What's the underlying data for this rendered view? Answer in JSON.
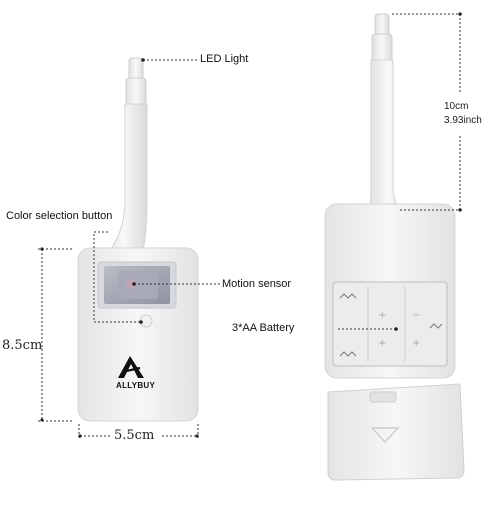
{
  "labels": {
    "led_light": "LED Light",
    "color_selection_button": "Color selection button",
    "motion_sensor": "Motion sensor",
    "battery": "3*AA  Battery",
    "height": "8.5cm",
    "width": "5.5cm",
    "length_cm": "10cm",
    "length_inch": "3.93inch"
  },
  "brand": {
    "name": "ALLYBUY"
  }
}
